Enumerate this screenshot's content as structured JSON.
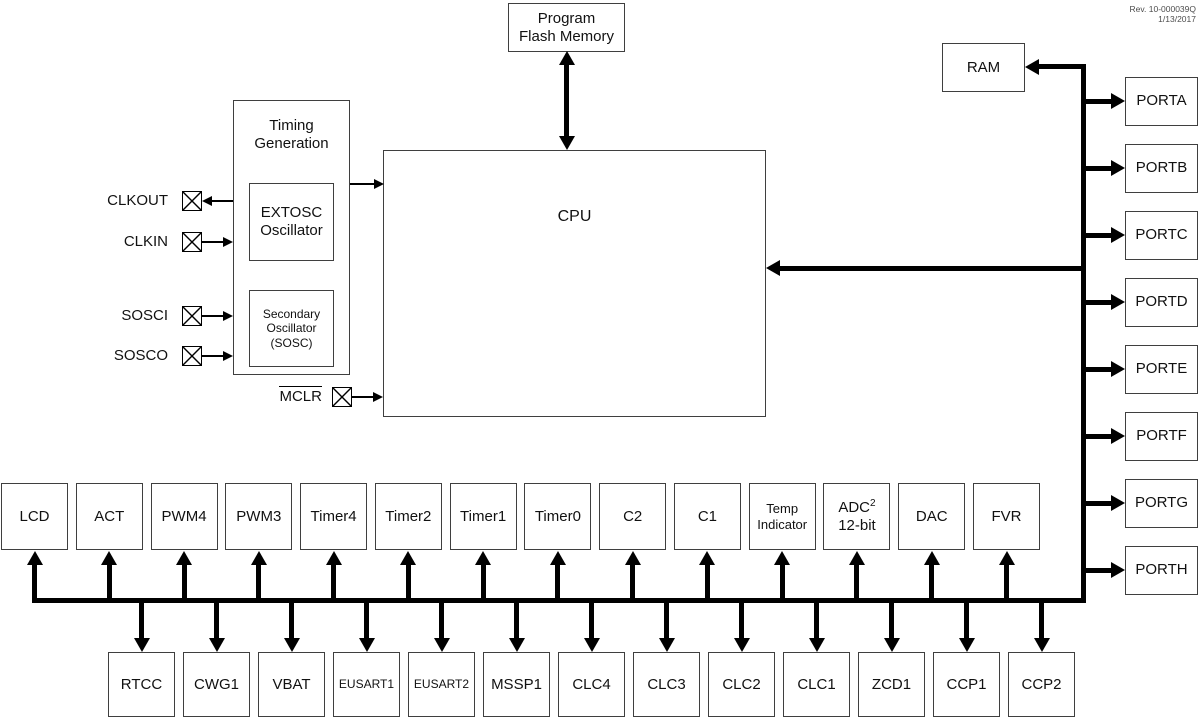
{
  "meta": {
    "rev": "Rev. 10-000039Q",
    "date": "1/13/2017"
  },
  "blocks": {
    "program_flash": "Program\nFlash Memory",
    "ram": "RAM",
    "cpu": "CPU",
    "timing_generation": "Timing\nGeneration",
    "extosc": "EXTOSC\nOscillator",
    "sosc": "Secondary\nOscillator\n(SOSC)"
  },
  "pins": {
    "clkout": "CLKOUT",
    "clkin": "CLKIN",
    "sosci": "SOSCI",
    "sosco": "SOSCO",
    "mclr": "MCLR"
  },
  "ports": [
    {
      "label": "PORTA"
    },
    {
      "label": "PORTB"
    },
    {
      "label": "PORTC"
    },
    {
      "label": "PORTD"
    },
    {
      "label": "PORTE"
    },
    {
      "label": "PORTF"
    },
    {
      "label": "PORTG"
    },
    {
      "label": "PORTH"
    }
  ],
  "peripherals_row1": [
    {
      "label": "LCD"
    },
    {
      "label": "ACT"
    },
    {
      "label": "PWM4"
    },
    {
      "label": "PWM3"
    },
    {
      "label": "Timer4"
    },
    {
      "label": "Timer2"
    },
    {
      "label": "Timer1"
    },
    {
      "label": "Timer0"
    },
    {
      "label": "C2"
    },
    {
      "label": "C1"
    },
    {
      "label": "Temp",
      "label2": "Indicator",
      "size": "f13"
    },
    {
      "label": "ADC",
      "sup": "2",
      "label2": "12-bit"
    },
    {
      "label": "DAC"
    },
    {
      "label": "FVR"
    }
  ],
  "peripherals_row2": [
    {
      "label": "RTCC"
    },
    {
      "label": "CWG1"
    },
    {
      "label": "VBAT"
    },
    {
      "label": "EUSART1",
      "size": "f12"
    },
    {
      "label": "EUSART2",
      "size": "f12"
    },
    {
      "label": "MSSP1"
    },
    {
      "label": "CLC4"
    },
    {
      "label": "CLC3"
    },
    {
      "label": "CLC2"
    },
    {
      "label": "CLC1"
    },
    {
      "label": "ZCD1"
    },
    {
      "label": "CCP1"
    },
    {
      "label": "CCP2"
    }
  ],
  "colors": {
    "line": "#000000",
    "box_border": "#3f3f3f",
    "background": "#ffffff",
    "text": "#111111"
  }
}
